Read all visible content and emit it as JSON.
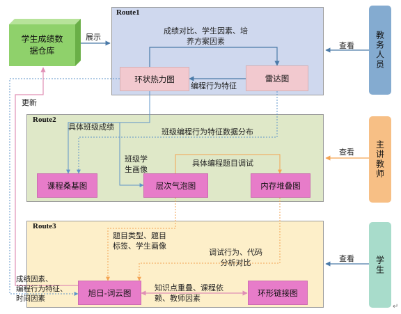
{
  "colors": {
    "route1_fill": "#cfd8ee",
    "route2_fill": "#dfe8c8",
    "route3_fill": "#fdefc9",
    "warehouse_front": "#8fd16b",
    "warehouse_top": "#b7e39a",
    "warehouse_side": "#6aaf47",
    "pink_node": "#f2c9cf",
    "magenta_node": "#e77cc9",
    "blue_actor": "#84abd0",
    "orange_actor": "#f7bf85",
    "green_actor": "#a8dccb",
    "arrow_blue": "#5f95c9",
    "arrow_orange": "#f3a352",
    "arrow_pink": "#e08fb5",
    "arrow_dark": "#4a7aa8"
  },
  "warehouse": {
    "label": "学生成绩数\n据仓库"
  },
  "routes": {
    "route1": {
      "title": "Route1"
    },
    "route2": {
      "title": "Route2"
    },
    "route3": {
      "title": "Route3"
    }
  },
  "nodes": {
    "ring_heatmap": "环状热力图",
    "radar": "雷达图",
    "sankey": "课程桑基图",
    "bubble": "层次气泡图",
    "memory_stack": "内存堆叠图",
    "sunburst_wordcloud": "旭日-词云图",
    "ring_link": "环形链接图"
  },
  "actors": {
    "staff": "教务人员",
    "teacher": "主讲教师",
    "student": "学生"
  },
  "labels": {
    "show": "展示",
    "update": "更新",
    "view_staff": "查看",
    "view_teacher": "查看",
    "view_student": "查看",
    "r1_factors": "成绩对比、学生因素、培\n养方案因素",
    "coding_feature": "编程行为特征",
    "class_score": "具体班级成绩",
    "class_coding_dist": "班级编程行为特征数据分布",
    "class_portrait": "班级学\n生画像",
    "debug_topics": "具体编程题目调试",
    "topic_types": "题目类型、题目\n标签、学生画像",
    "debug_compare": "调试行为、代码\n分析对比",
    "r3_factors": "成绩因素、\n编程行为特征、\n时间因素",
    "overlap": "知识点重叠、课程依\n赖、教师因素"
  },
  "corner_mark": "↵"
}
